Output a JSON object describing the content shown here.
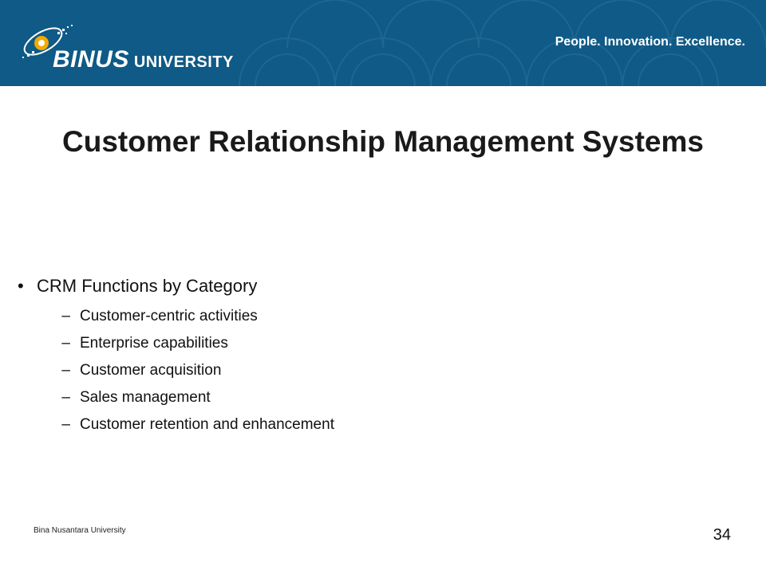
{
  "header": {
    "logo_brand": "BINUS",
    "logo_suffix": "UNIVERSITY",
    "tagline": "People. Innovation. Excellence.",
    "background_color": "#0f5a86",
    "accent_color": "#f2a900"
  },
  "slide": {
    "title": "Customer Relationship Management Systems",
    "bullets": [
      {
        "text": "CRM Functions by Category",
        "subitems": [
          "Customer-centric activities",
          "Enterprise capabilities",
          "Customer acquisition",
          "Sales management",
          "Customer retention and enhancement"
        ]
      }
    ]
  },
  "footer": {
    "institution": "Bina Nusantara University",
    "page_number": "34"
  }
}
